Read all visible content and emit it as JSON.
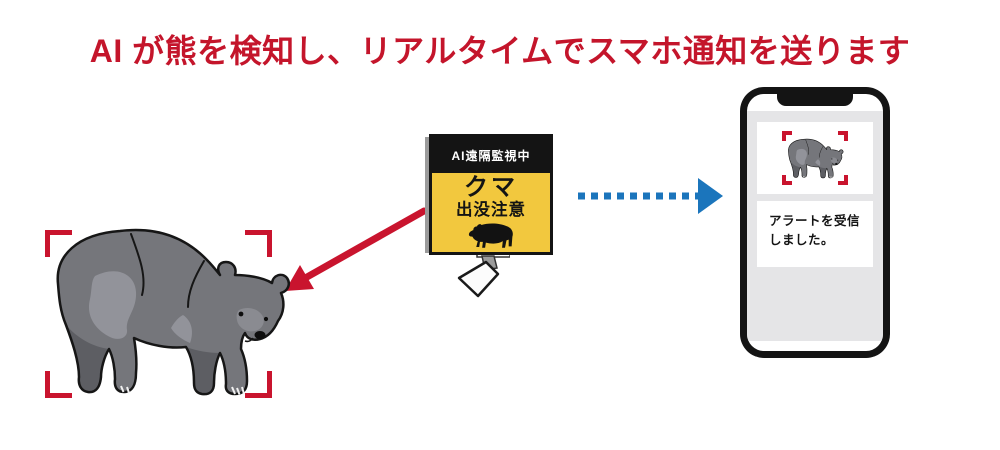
{
  "title": {
    "text": "AI が熊を検知し、リアルタイムでスマホ通知を送ります"
  },
  "colors": {
    "accent_red": "#c9142e",
    "accent_blue": "#1b75bc",
    "sign_yellow": "#f2c83e",
    "bear_gray": "#75767b"
  },
  "sign": {
    "header": "AI遠隔監視中",
    "warning_main": "クマ",
    "warning_sub": "出没注意",
    "icon": "bear-silhouette-icon"
  },
  "camera": {
    "icon": "cctv-camera-icon"
  },
  "detection_frame": {
    "icon": "corner-brackets",
    "color": "#c9142e"
  },
  "arrows": {
    "detect": "red-solid-arrow",
    "notify": "blue-dotted-arrow"
  },
  "phone": {
    "thumbnail": "detected-bear-thumbnail",
    "alert_text": "アラートを受信\nしました。"
  }
}
